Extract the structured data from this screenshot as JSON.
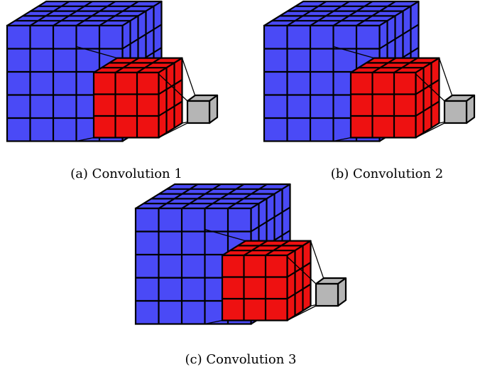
{
  "panels": [
    {
      "caption": "(a) Convolution 1",
      "input_grid": 5,
      "kernel_grid": 3,
      "output_grid": 1
    },
    {
      "caption": "(b) Convolution 2",
      "input_grid": 5,
      "kernel_grid": 3,
      "output_grid": 1
    },
    {
      "caption": "(c) Convolution 3",
      "input_grid": 5,
      "kernel_grid": 3,
      "output_grid": 1
    }
  ],
  "colors": {
    "input": "#4a4af6",
    "input_dark": "#3b3bd0",
    "kernel": "#ee1111",
    "kernel_dark": "#c40d0d",
    "output": "#b5b5b5",
    "output_dark": "#8f8f8f",
    "stroke": "#000000"
  }
}
